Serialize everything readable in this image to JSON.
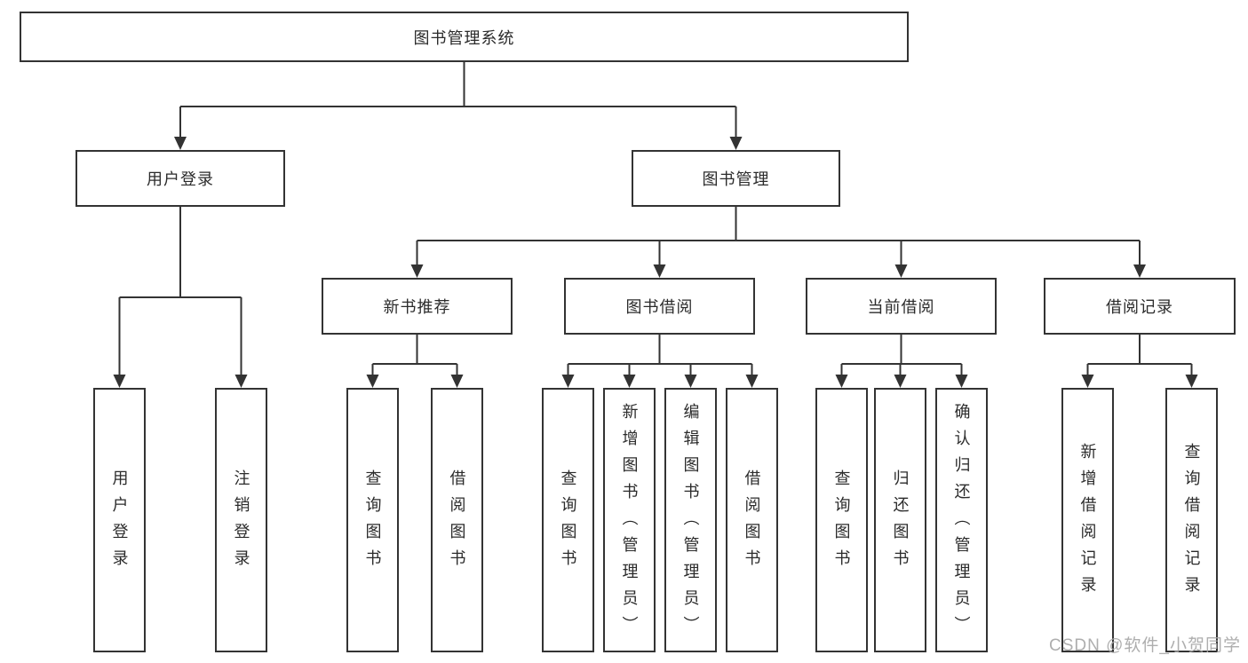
{
  "tree": {
    "root": {
      "label": "图书管理系统"
    },
    "children": [
      {
        "label": "用户登录",
        "children": [
          {
            "label": "用户登录"
          },
          {
            "label": "注销登录"
          }
        ]
      },
      {
        "label": "图书管理",
        "children": [
          {
            "label": "新书推荐",
            "children": [
              {
                "label": "查询图书"
              },
              {
                "label": "借阅图书"
              }
            ]
          },
          {
            "label": "图书借阅",
            "children": [
              {
                "label": "查询图书"
              },
              {
                "label": "新增图书（管理员）"
              },
              {
                "label": "编辑图书（管理员）"
              },
              {
                "label": "借阅图书"
              }
            ]
          },
          {
            "label": "当前借阅",
            "children": [
              {
                "label": "查询图书"
              },
              {
                "label": "归还图书"
              },
              {
                "label": "确认归还（管理员）"
              }
            ]
          },
          {
            "label": "借阅记录",
            "children": [
              {
                "label": "新增借阅记录"
              },
              {
                "label": "查询借阅记录"
              }
            ]
          }
        ]
      }
    ]
  },
  "watermark": {
    "text": "CSDN @软件_小贺同学"
  },
  "colors": {
    "line": "#333333",
    "box_border": "#333333",
    "text": "#2b2b2b",
    "background": "#ffffff",
    "watermark": "#a5a5a5"
  }
}
